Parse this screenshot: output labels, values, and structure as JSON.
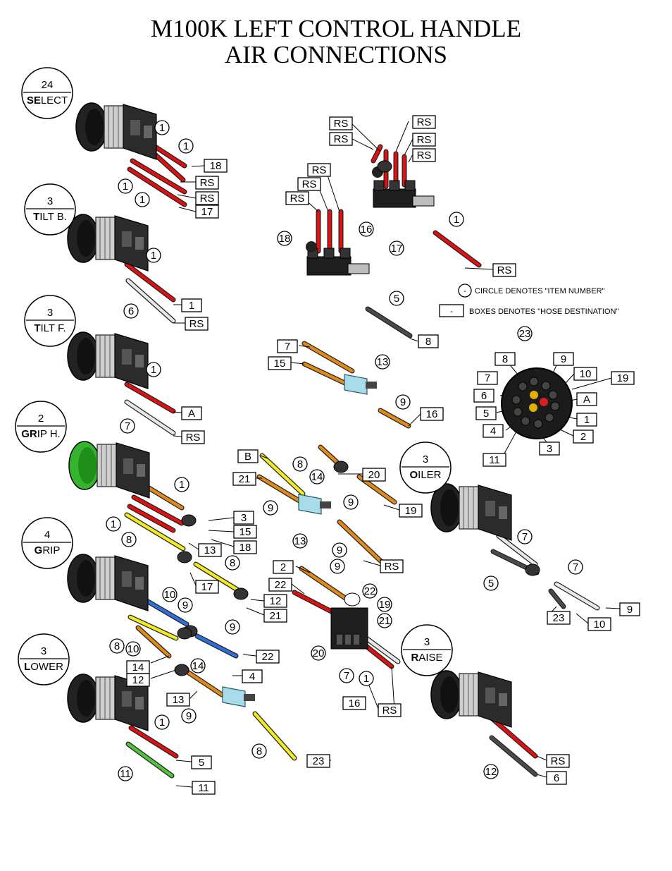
{
  "title": {
    "line1": "M100K LEFT CONTROL HANDLE",
    "line2": "AIR CONNECTIONS"
  },
  "legend": {
    "circle": "CIRCLE DENOTES \"ITEM NUMBER\"",
    "box": "BOXES DENOTES \"HOSE DESTINATION\"",
    "dash": "-"
  },
  "colors": {
    "red": "#dd1111",
    "orange": "#e08a1c",
    "yellow": "#f2ea22",
    "blue": "#2f6fd6",
    "green": "#52c23c",
    "gray": "#9a9a9a",
    "white": "#e8e8e8",
    "dark": "#4a4a4a",
    "body": "#2b2b2b",
    "fitting": "#a9dcea",
    "greenCap": "#35b52e"
  },
  "valves": [
    {
      "id": "select",
      "qty": "24",
      "bold": "SE",
      "rest": "LECT"
    },
    {
      "id": "tilt-b",
      "qty": "3",
      "bold": "T",
      "rest": "ILT B."
    },
    {
      "id": "tilt-f",
      "qty": "3",
      "bold": "T",
      "rest": "ILT F."
    },
    {
      "id": "grip-h",
      "qty": "2",
      "bold": "GR",
      "rest": "IP H."
    },
    {
      "id": "grip",
      "qty": "4",
      "bold": "G",
      "rest": "RIP"
    },
    {
      "id": "lower",
      "qty": "3",
      "bold": "L",
      "rest": "OWER"
    },
    {
      "id": "oiler",
      "qty": "3",
      "bold": "O",
      "rest": "ILER"
    },
    {
      "id": "raise",
      "qty": "3",
      "bold": "R",
      "rest": "AISE"
    }
  ],
  "boxes": [
    "18",
    "RS",
    "RS",
    "17",
    "RS",
    "RS",
    "RS",
    "RS",
    "RS",
    "RS",
    "RS",
    "RS",
    "RS",
    "1",
    "RS",
    "8",
    "A",
    "RS",
    "7",
    "15",
    "16",
    "19",
    "A",
    "1",
    "2",
    "3",
    "4",
    "5",
    "6",
    "7",
    "8",
    "9",
    "10",
    "11",
    "B",
    "21",
    "20",
    "19",
    "3",
    "15",
    "13",
    "18",
    "17",
    "12",
    "21",
    "2",
    "22",
    "RS",
    "22",
    "10",
    "23",
    "9",
    "4",
    "14",
    "12",
    "13",
    "16",
    "RS",
    "23",
    "11",
    "5",
    "RS",
    "6"
  ],
  "circles": [
    "1",
    "1",
    "1",
    "1",
    "1",
    "6",
    "1",
    "7",
    "18",
    "16",
    "17",
    "1",
    "5",
    "13",
    "9",
    "23",
    "8",
    "14",
    "9",
    "9",
    "13",
    "9",
    "9",
    "1",
    "1",
    "8",
    "8",
    "10",
    "9",
    "9",
    "8",
    "10",
    "14",
    "9",
    "8",
    "22",
    "19",
    "21",
    "20",
    "7",
    "1",
    "7",
    "5",
    "7",
    "11",
    "1",
    "12"
  ]
}
